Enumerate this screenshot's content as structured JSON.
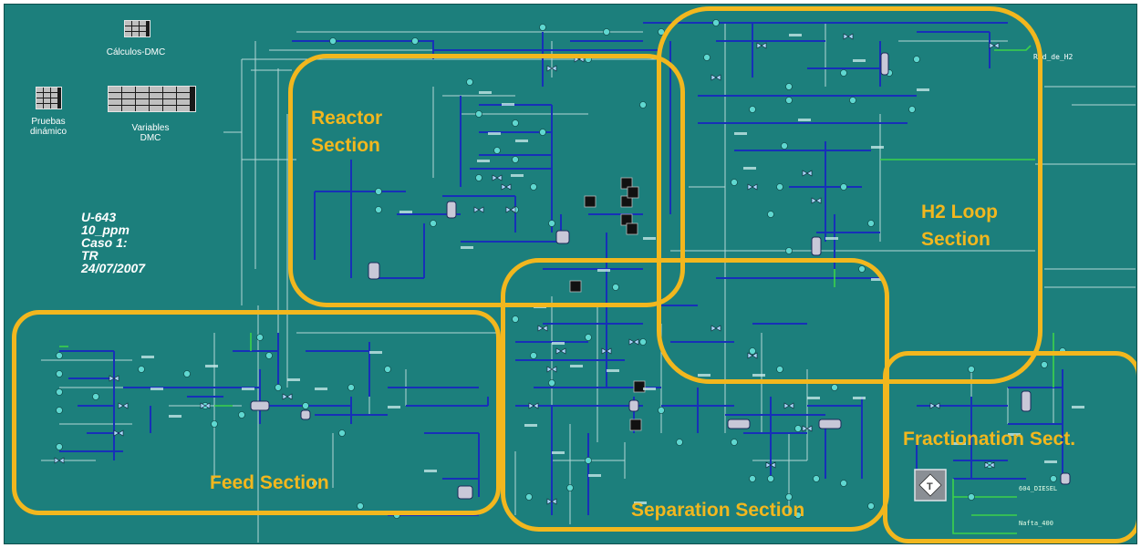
{
  "toolbar_icons": [
    {
      "name": "calculos-dmc",
      "label": "Cálculos-DMC",
      "icon": "table-icon"
    },
    {
      "name": "pruebas-dinamico",
      "label": "Pruebas\ndinámico",
      "icon": "table-icon"
    },
    {
      "name": "variables-dmc",
      "label": "Variables\nDMC",
      "icon": "table-icon"
    }
  ],
  "case_info": [
    "U-643",
    "10_ppm",
    "Caso 1:",
    "TR",
    "24/07/2007"
  ],
  "sections": [
    {
      "name": "reactor",
      "title_lines": [
        "Reactor",
        "Section"
      ]
    },
    {
      "name": "h2-loop",
      "title_lines": [
        "H2 Loop",
        "Section"
      ]
    },
    {
      "name": "feed",
      "title_lines": [
        "Feed Section"
      ]
    },
    {
      "name": "separation",
      "title_lines": [
        "Separation Section"
      ]
    },
    {
      "name": "fractionation",
      "title_lines": [
        "Fractionation Sect."
      ]
    }
  ],
  "stream_labels": {
    "red_h2": "Red_de_H2",
    "diesel": "604_DIESEL",
    "nafta": "Nafta_400"
  },
  "colors": {
    "background": "#1c7f7c",
    "section_outline": "#f2b71e",
    "process_line": "#1730b8",
    "utility_line": "#cfe7e6",
    "product_line": "#3cd24a"
  }
}
